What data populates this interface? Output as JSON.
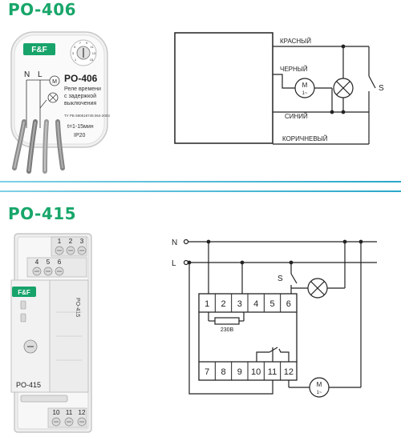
{
  "sections": {
    "top_title": "PO-406",
    "bottom_title": "PO-415"
  },
  "po406_device": {
    "brand": "F&F",
    "terminals": [
      "N",
      "L"
    ],
    "model": "PO-406",
    "desc_line1": "Реле времени",
    "desc_line2": "с задержкой",
    "desc_line3": "выключения",
    "tu": "ТУ РБ 590618749.064-2004",
    "time_range": "t=1-15мин",
    "ip": "IP20",
    "dial_marks": [
      "1",
      "3",
      "5",
      "7",
      "9",
      "11",
      "13",
      "15"
    ],
    "motor_letter": "M"
  },
  "po406_diagram": {
    "wire_labels": [
      "КРАСНЫЙ",
      "ЧЕРНЫЙ",
      "СИНИЙ",
      "КОРИЧНЕВЫЙ"
    ],
    "motor_line1": "M",
    "motor_line2": "1~",
    "switch_label": "S"
  },
  "po415_device": {
    "top_terminals": [
      "1",
      "2",
      "3"
    ],
    "mid_terminals": [
      "4",
      "5",
      "6"
    ],
    "bottom_terminals": [
      "10",
      "11",
      "12"
    ],
    "brand": "F&F",
    "model": "PO-415",
    "side_text": "PO-415"
  },
  "po415_diagram": {
    "line_n": "N",
    "line_l": "L",
    "switch_label": "S",
    "top_terminals": [
      "1",
      "2",
      "3",
      "4",
      "5",
      "6"
    ],
    "bottom_terminals": [
      "7",
      "8",
      "9",
      "10",
      "11",
      "12"
    ],
    "coil_label": "230В",
    "motor_line1": "M",
    "motor_line2": "1~"
  },
  "colors": {
    "title_green": "#18a66a",
    "rule_blue": "#2aa7c9",
    "wire": "#222222"
  }
}
